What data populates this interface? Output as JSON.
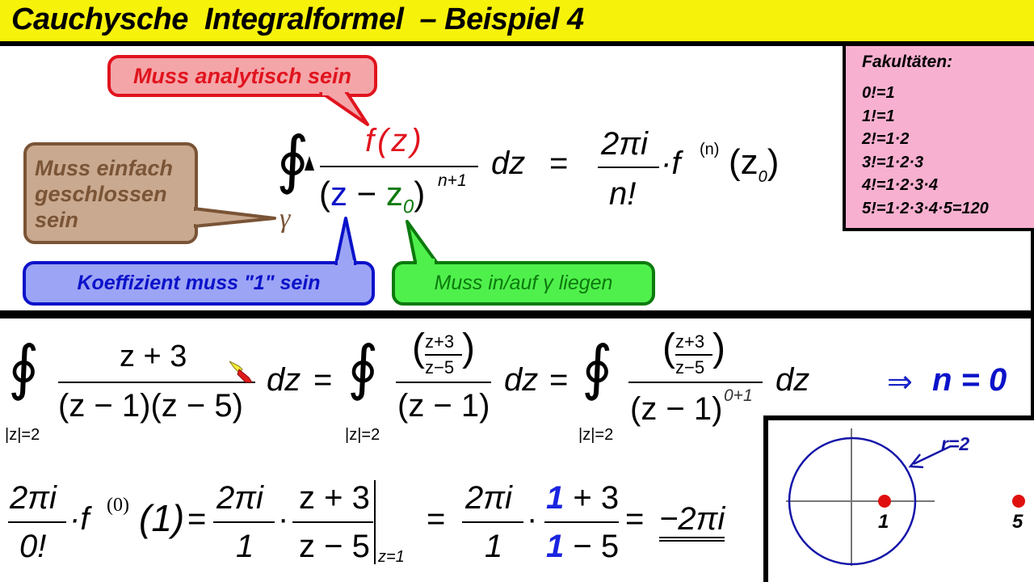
{
  "header": {
    "title": "Cauchysche  Integralformel  – Beispiel 4",
    "background_color": "#f7f20a"
  },
  "formula": {
    "integral_symbol": "∮",
    "contour": "γ",
    "numerator": "f(z)",
    "denominator_open": "(",
    "denominator_z": "z",
    "denominator_minus": "−",
    "denominator_z0": "z",
    "denominator_z0_sub": "0",
    "denominator_close": ")",
    "exponent": "n+1",
    "dz": "dz",
    "equals": "=",
    "rhs_numerator": "2πi",
    "rhs_denominator": "n!",
    "rhs_dot": "·f",
    "rhs_derivative": "(n)",
    "rhs_arg": "(z",
    "rhs_arg_sub": "0",
    "rhs_arg_close": ")"
  },
  "callouts": {
    "analytic": {
      "text": "Muss analytisch sein",
      "color": "#e0141e"
    },
    "closed": {
      "lines": [
        "Muss einfach",
        "geschlossen",
        "sein"
      ],
      "color": "#7a5436"
    },
    "coefficient": {
      "text": "Koeffizient muss \"1\" sein",
      "color": "#0b12c9"
    },
    "inside": {
      "text": "Muss in/auf  γ liegen",
      "color": "#0c7a0d"
    }
  },
  "factorials": {
    "title": "Fakultäten:",
    "rows": [
      "0!=1",
      "1!=1",
      "2!=1·2",
      "3!=1·2·3",
      "4!=1·2·3·4",
      "5!=1·2·3·4·5=120"
    ]
  },
  "example": {
    "line1": {
      "contour_label": "|z|=2",
      "term1_num": "z + 3",
      "term1_den": "(z − 1)(z − 5)",
      "dz": "dz",
      "eq": "=",
      "term2_inner_num": "z+3",
      "term2_inner_den": "z−5",
      "term2_den": "(z − 1)",
      "term3_den": "(z − 1)",
      "term3_exp": "0+1",
      "result_arrow": "⇒",
      "result_text": "n = 0"
    },
    "line2": {
      "a_num": "2πi",
      "a_den": "0!",
      "a_f": "·f",
      "a_deriv": "(0)",
      "a_arg": "(1)",
      "eq": "=",
      "b_num": "2πi",
      "b_den": "1",
      "dot": "·",
      "c_num": "z + 3",
      "c_den": "z − 5",
      "eval_at": "z=1",
      "d_num": "2πi",
      "d_den": "1",
      "e_num_highlight": "1",
      "e_num_rest": " + 3",
      "e_den_highlight": "1",
      "e_den_rest": " − 5",
      "result": "−2πi"
    }
  },
  "diagram": {
    "radius_label": "r=2",
    "points": [
      {
        "label": "1",
        "x": 1,
        "color": "#e01010"
      },
      {
        "label": "5",
        "x": 5,
        "color": "#e01010"
      }
    ],
    "circle_color": "#1414a8",
    "axis_color": "#777777"
  }
}
